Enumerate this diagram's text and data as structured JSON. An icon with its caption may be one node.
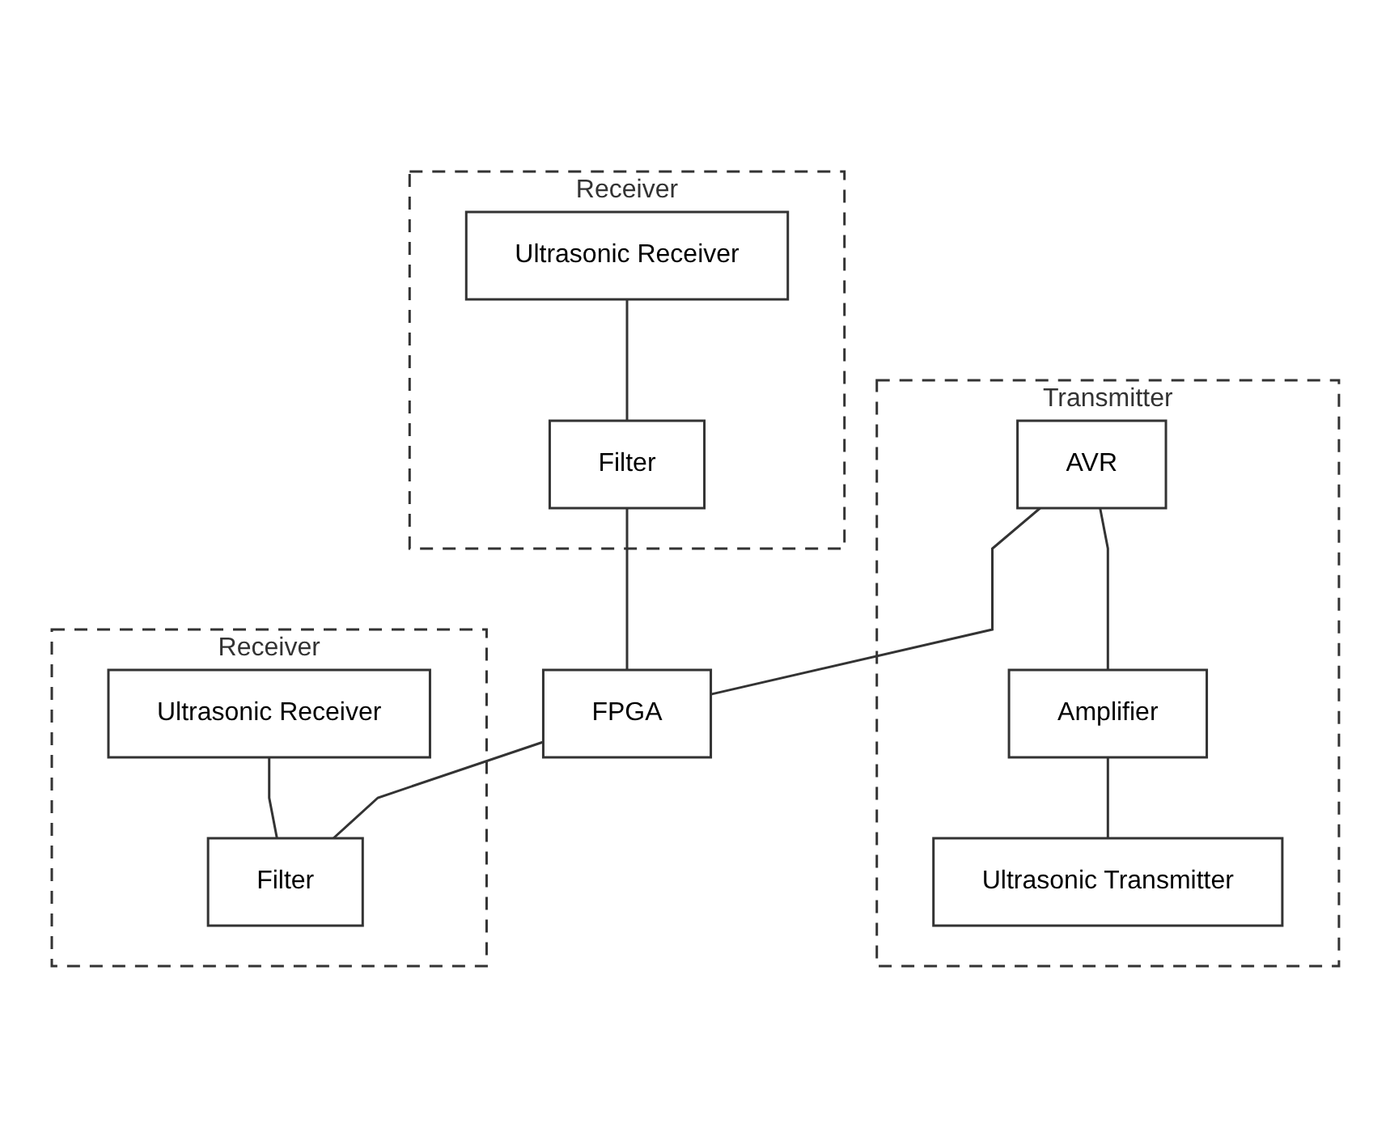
{
  "diagram": {
    "nodes": [
      {
        "text": [
          "Transmitter"
        ]
      },
      {
        "text": [
          "AVR"
        ],
        "in": 0
      },
      {
        "text": [
          "Amplifier"
        ],
        "in": 0
      },
      {
        "text": [
          "Ultrasonic Transmitter"
        ],
        "in": 0
      },
      {
        "text": [
          "Receiver"
        ]
      },
      {
        "text": [
          "Ultrasonic Receiver"
        ],
        "in": 4
      },
      {
        "text": [
          "Filter"
        ],
        "in": 4
      },
      {
        "text": [
          "Receiver"
        ]
      },
      {
        "text": [
          "Ultrasonic Receiver"
        ],
        "in": 7
      },
      {
        "text": [
          "Filter"
        ],
        "in": 7
      },
      {
        "text": [
          "FPGA"
        ]
      }
    ],
    "edges": [
      {
        "from": 1,
        "to": 2,
        "arrow": "none"
      },
      {
        "from": 2,
        "to": 3,
        "arrow": "none"
      },
      {
        "from": 5,
        "to": 6,
        "arrow": "none"
      },
      {
        "from": 8,
        "to": 9,
        "arrow": "none"
      },
      {
        "from": 6,
        "to": 10,
        "arrow": "none"
      },
      {
        "from": 1,
        "to": 10,
        "arrow": "none"
      },
      {
        "from": 10,
        "to": 9,
        "arrow": "none"
      }
    ]
  }
}
